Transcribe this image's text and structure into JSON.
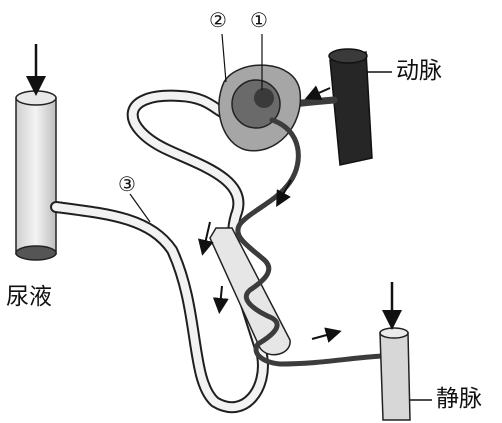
{
  "labels": {
    "artery": "动脉",
    "vein": "静脉",
    "urine": "尿液",
    "marker_1": "①",
    "marker_2": "②",
    "marker_3": "③"
  },
  "colors": {
    "artery": "#262626",
    "vessel_stroke": "#3c3c3c",
    "glomerulus": "#6a6a6a",
    "capsule": "#a6a6a6",
    "tubule_fill": "#f1f1f1",
    "outline": "#222222"
  }
}
